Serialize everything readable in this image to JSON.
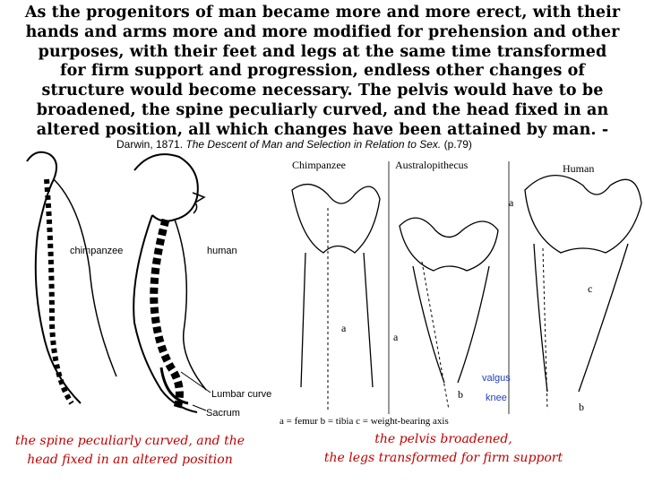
{
  "quote": {
    "lines": [
      "As the progenitors of man became more and more erect, with their",
      "hands and arms more and more modified for prehension and other",
      "purposes, with their feet and legs at the same time transformed",
      "for firm support and progression, endless other changes of",
      "structure would become necessary. The pelvis would have to be",
      "broadened, the spine peculiarly curved, and the head fixed in an",
      "altered position, all which changes have been attained by man. -"
    ]
  },
  "citation": {
    "author": "Darwin, 1871.",
    "title": "The Descent of Man and Selection in Relation to Sex.",
    "page": "(p.79)"
  },
  "spine_figure": {
    "label_chimp": "chimpanzee",
    "label_human": "human",
    "label_lumbar": "Lumbar curve",
    "label_sacrum": "Sacrum"
  },
  "pelvis_figure": {
    "heading_chimp": "Chimpanzee",
    "heading_australo": "Australopithecus",
    "heading_human": "Human",
    "label_a": "a",
    "label_b": "b",
    "label_c": "c",
    "valgus": "valgus",
    "knee": "knee",
    "legend": "a = femur    b = tibia    c = weight-bearing axis"
  },
  "captions": {
    "left_line1": "the spine peculiarly curved, and the",
    "left_line2": "head fixed in an altered position",
    "right_line1": "the pelvis broadened,",
    "right_line2": "the legs transformed for firm support"
  }
}
